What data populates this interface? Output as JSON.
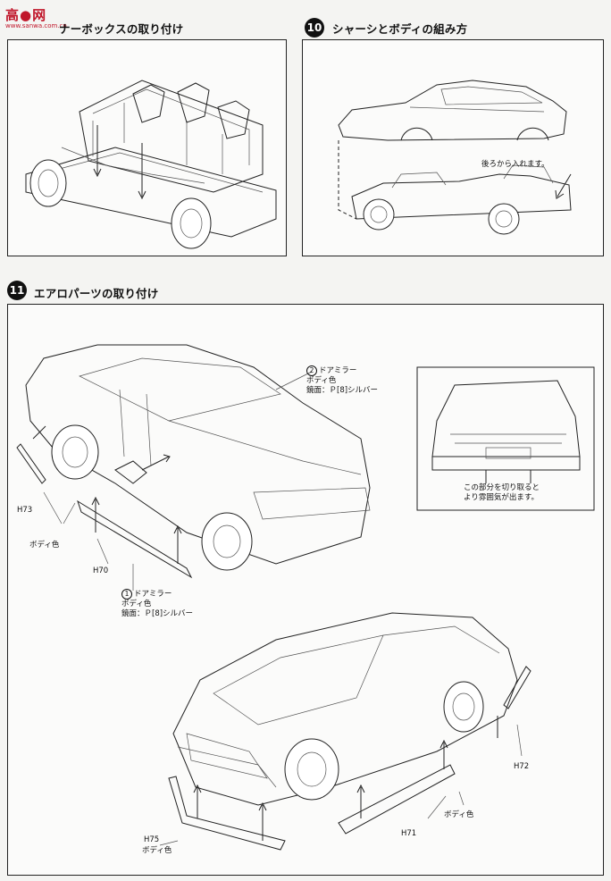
{
  "watermark": {
    "main": "高●网",
    "sub": "www.sanwa.com.cn"
  },
  "step_9": {
    "title": "ナーボックスの取り付け"
  },
  "step_10": {
    "number": "10",
    "title": "シャーシとボディの組み方",
    "note": "後ろから入れます。"
  },
  "step_11": {
    "number": "11",
    "title": "エアロパーツの取り付け",
    "mirror_2": {
      "num": "2",
      "name": "ドアミラー",
      "color": "ボディ色",
      "mirror_face": "鏡面：Ｐ[8]シルバー"
    },
    "mirror_1": {
      "num": "1",
      "name": "ドアミラー",
      "color": "ボディ色",
      "mirror_face": "鏡面：Ｐ[8]シルバー"
    },
    "inset_note_line1": "この部分を切り取ると",
    "inset_note_line2": "より雰囲気が出ます。",
    "part_h73": "H73",
    "part_h70": "H70",
    "body_color_left": "ボディ色",
    "part_h72": "H72",
    "part_h71": "H71",
    "body_color_right": "ボディ色",
    "part_h75": "H75",
    "body_color_front": "ボディ色"
  }
}
